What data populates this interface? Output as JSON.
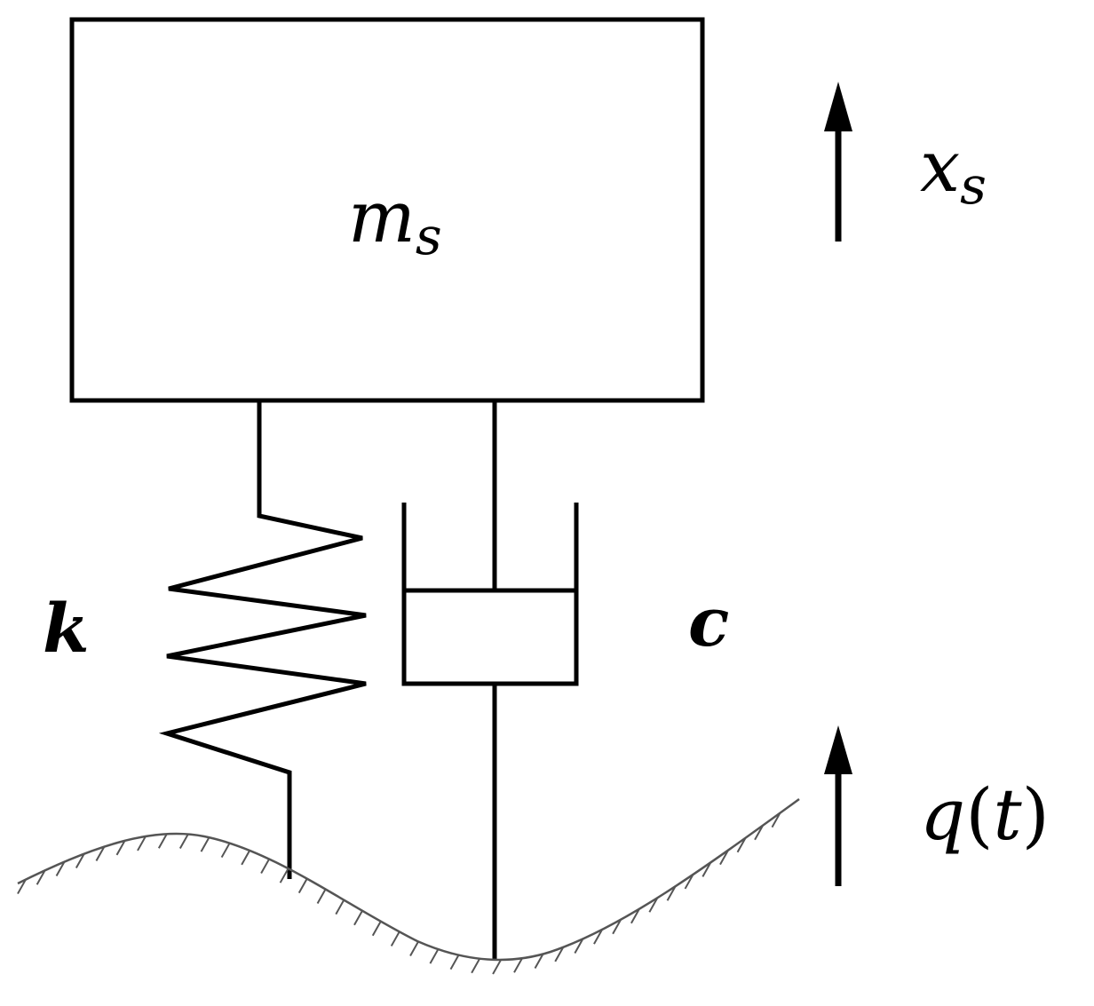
{
  "mass": {
    "symbol": "m",
    "subscript": "s"
  },
  "displacement": {
    "symbol": "x",
    "subscript": "s"
  },
  "spring": {
    "label": "k"
  },
  "damper": {
    "label": "c"
  },
  "road_input": {
    "symbol": "q",
    "open": "(",
    "argument": "t",
    "close": ")"
  },
  "colors": {
    "line": "#000000",
    "ground": "#555555",
    "background": "#ffffff"
  }
}
